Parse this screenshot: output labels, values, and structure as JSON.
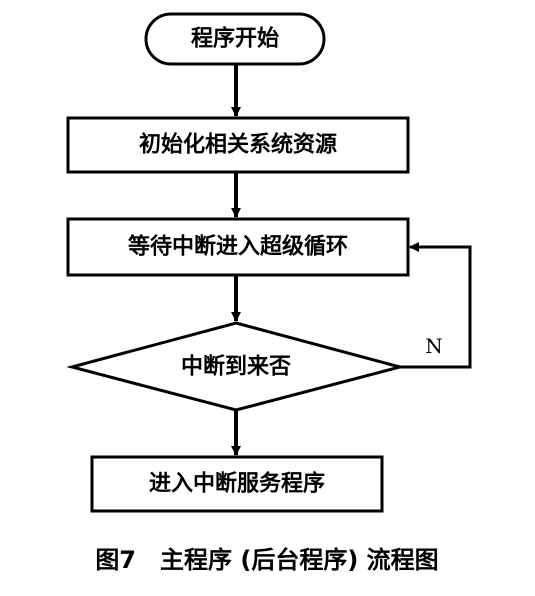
{
  "flowchart": {
    "start": "程序开始",
    "init": "初始化相关系统资源",
    "wait_loop": "等待中断进入超级循环",
    "decision": "中断到来否",
    "no_label": "N",
    "service": "进入中断服务程序"
  },
  "caption": "图7　主程序 (后台程序) 流程图"
}
